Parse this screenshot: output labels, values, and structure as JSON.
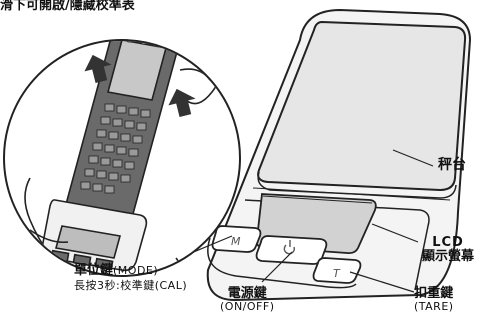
{
  "callouts": {
    "top_caption": "滑下可開啟/隱藏校準表",
    "platform": "秤台",
    "lcd_line1": "LCD",
    "lcd_line2": "顯示螢幕",
    "mode_title": "單位鍵",
    "mode_sub": "(MODE)",
    "mode_note": "長按3秒:校準鍵(CAL)",
    "power_title": "電源鍵",
    "power_sub": "(ON/OFF)",
    "tare_title": "扣重鍵",
    "tare_sub": "(TARE)"
  },
  "button_letters": {
    "mode": "M",
    "tare": "T"
  },
  "icons": {
    "power": "power-icon",
    "arrow": "arrow-up-icon"
  },
  "colors": {
    "outline": "#222222",
    "platform": "#e6e6e6",
    "lcd": "#d2d2d2",
    "keys": "#6a6a6a"
  }
}
